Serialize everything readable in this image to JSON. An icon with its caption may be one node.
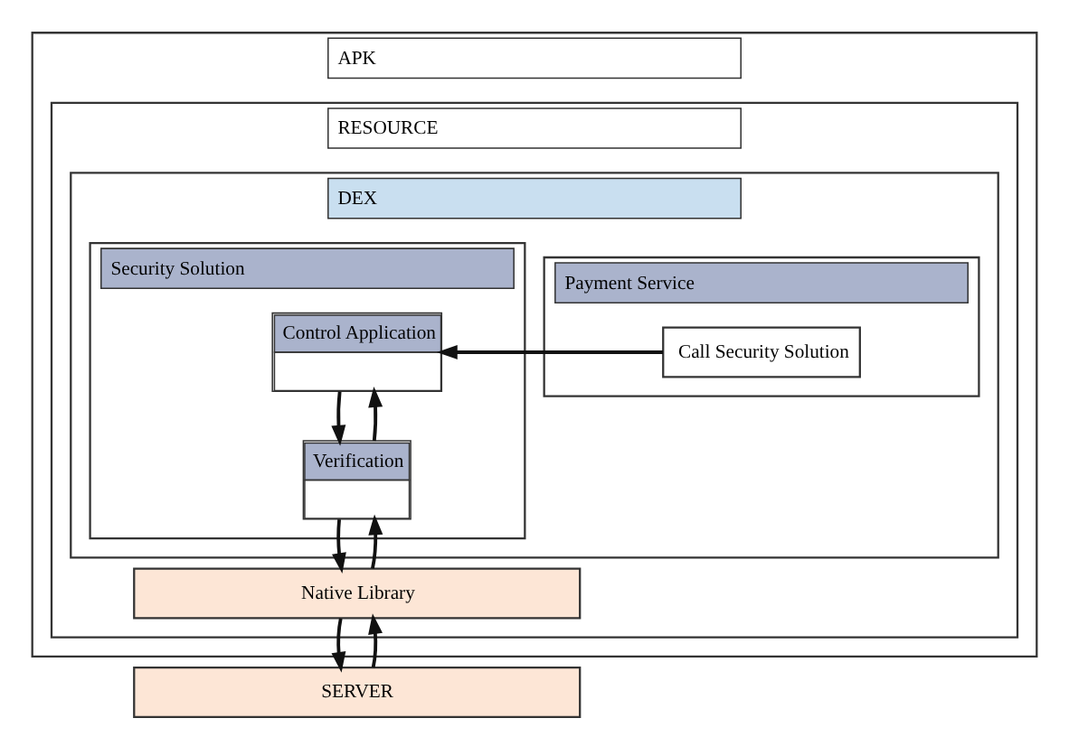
{
  "diagram": {
    "nodes": [
      {
        "text": [
          "APK"
        ]
      },
      {
        "text": [
          "RESOURCE"
        ],
        "in": 0
      },
      {
        "text": [
          "DEX"
        ],
        "in": 1
      },
      {
        "text": [
          "Payment Service"
        ],
        "in": 2
      },
      {
        "text": [
          "Call Security Solution"
        ],
        "in": 3
      },
      {
        "text": [
          "Security Solution"
        ],
        "in": 2
      },
      {
        "text": [
          "Control Application"
        ],
        "in": 5
      },
      {
        "text": [
          "Verification"
        ],
        "in": 5
      },
      {
        "text": [
          "Native Library"
        ],
        "in": 1
      },
      {
        "text": [
          "SERVER"
        ]
      }
    ],
    "edges": [
      {
        "from": 4,
        "to": 6,
        "arrow": "to"
      },
      {
        "from": 6,
        "to": 7,
        "arrow": "to"
      },
      {
        "from": 7,
        "to": 8,
        "arrow": "to"
      },
      {
        "from": 8,
        "to": 9,
        "arrow": "to"
      },
      {
        "from": 9,
        "to": 8,
        "arrow": "to"
      },
      {
        "from": 8,
        "to": 7,
        "arrow": "to"
      },
      {
        "from": 7,
        "to": 6,
        "arrow": "to"
      }
    ]
  }
}
